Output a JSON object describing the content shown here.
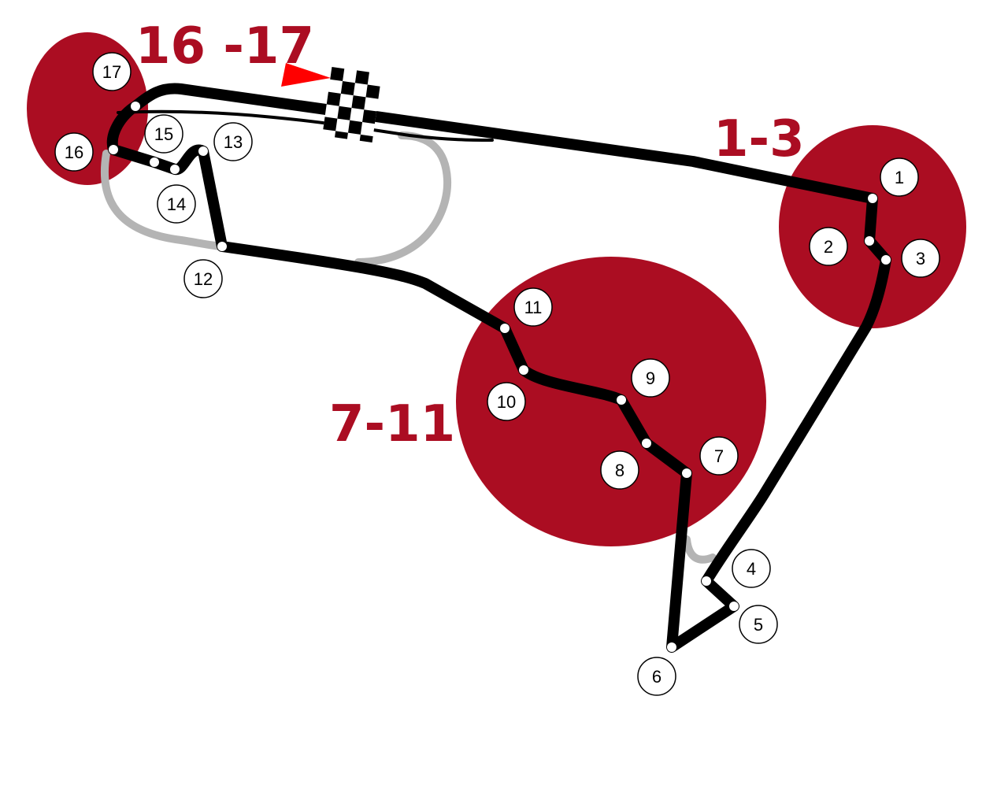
{
  "zones": [
    {
      "id": "16-17",
      "label": "16 -17"
    },
    {
      "id": "1-3",
      "label": "1-3"
    },
    {
      "id": "7-11",
      "label": "7-11"
    }
  ],
  "turns": [
    "1",
    "2",
    "3",
    "4",
    "5",
    "6",
    "7",
    "8",
    "9",
    "10",
    "11",
    "12",
    "13",
    "14",
    "15",
    "16",
    "17"
  ],
  "colors": {
    "zone_fill": "#ab0d22",
    "track": "#000000",
    "old_track": "#b4b4b4",
    "start_flag": "#ff0000",
    "turn_marker_fill": "#ffffff"
  },
  "icons": {
    "finish": "checkered-flag-icon",
    "start_direction": "direction-arrow-icon"
  }
}
